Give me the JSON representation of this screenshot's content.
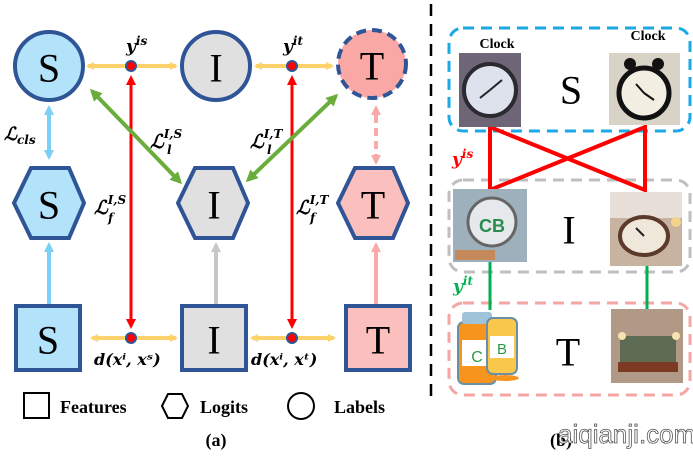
{
  "panel_a": {
    "nodes": {
      "label_S": "S",
      "label_I": "I",
      "label_T": "T",
      "logit_S": "S",
      "logit_I": "I",
      "logit_T": "T",
      "feat_S": "S",
      "feat_I": "I",
      "feat_T": "T"
    },
    "math": {
      "y_is_base": "y",
      "y_is_sup": "is",
      "y_it_base": "y",
      "y_it_sup": "it",
      "L_cls_base": "ℒ",
      "L_cls_sub": "cls",
      "L_l_IS_base": "ℒ",
      "L_l_IS_sup": "I,S",
      "L_l_IS_sub": "l",
      "L_l_IT_base": "ℒ",
      "L_l_IT_sup": "I,T",
      "L_l_IT_sub": "l",
      "L_f_IS_base": "ℒ",
      "L_f_IS_sup": "I,S",
      "L_f_IS_sub": "f",
      "L_f_IT_base": "ℒ",
      "L_f_IT_sup": "I,T",
      "L_f_IT_sub": "f",
      "d_is": "d(xⁱ, xˢ)",
      "d_it": "d(xⁱ, xᵗ)"
    },
    "legend": {
      "features": "Features",
      "logits": "Logits",
      "labels": "Labels"
    },
    "caption": "(a)"
  },
  "panel_b": {
    "groups": {
      "source": "S",
      "intermediate": "I",
      "target": "T"
    },
    "clock_label_left": "Clock",
    "clock_label_right": "Clock",
    "y_is_base": "y",
    "y_is_sup": "is",
    "y_it_base": "y",
    "y_it_sup": "it",
    "caption": "(b)",
    "watermark": "aiqianji.com"
  },
  "colors": {
    "source_fill": "#b3e3fb",
    "intermediate_fill": "#e0e0e0",
    "target_fill": "#f9b5b3",
    "outline": "#2f5597",
    "yellow_arrow": "#fdd26a",
    "red": "#ff0000",
    "green": "#6aad3d",
    "blue_arrow": "#7ccff5",
    "gray_arrow": "#c8c8c8",
    "pink_arrow": "#f7aaa8",
    "green_line": "#00b050",
    "source_box": "#1ba9e6",
    "inter_box": "#bfbfbf",
    "target_box": "#f4a6a4"
  }
}
